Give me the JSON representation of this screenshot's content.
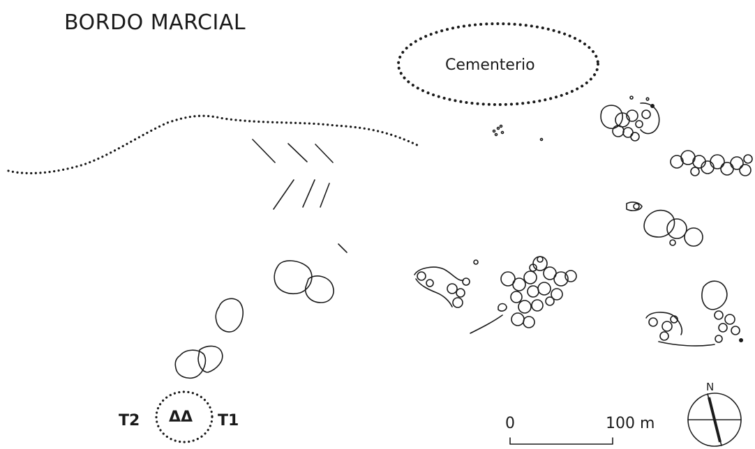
{
  "map": {
    "title": "BORDO MARCIAL",
    "cemetery_label": "Cementerio",
    "tomb_left_label": "T2",
    "tomb_right_label": "T1",
    "tomb_symbols": "ΔΔ",
    "scale": {
      "start_label": "0",
      "end_label": "100 m"
    },
    "north_label": "N"
  },
  "colors": {
    "ink": "#1a1a1a",
    "background": "#ffffff"
  }
}
